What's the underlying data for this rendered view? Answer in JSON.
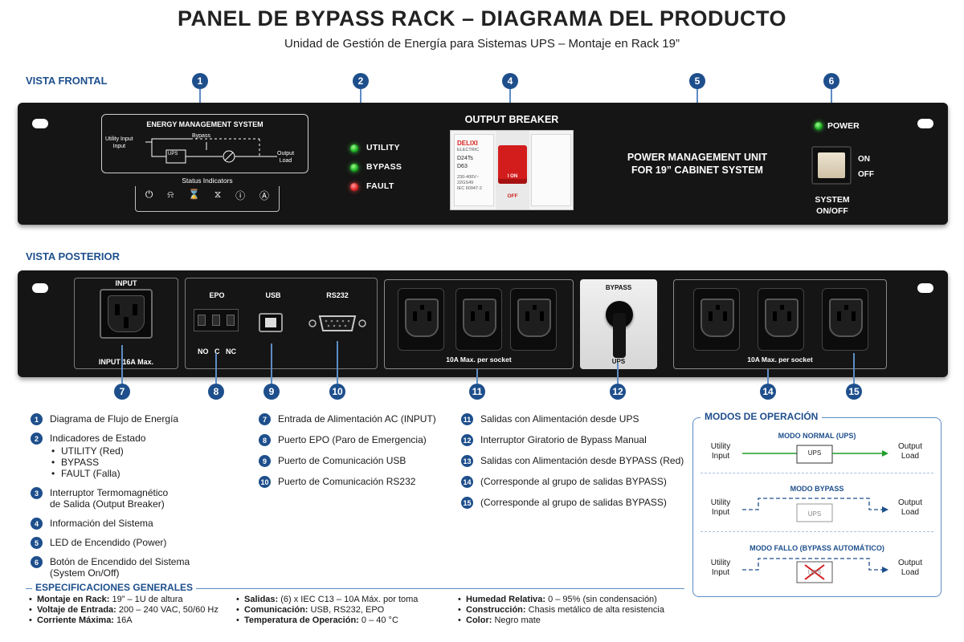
{
  "header": {
    "title": "PANEL DE BYPASS RACK – DIAGRAMA DEL PRODUCTO",
    "subtitle": "Unidad de Gestión de Energía para Sistemas UPS – Montaje en Rack 19”"
  },
  "front": {
    "label": "VISTA FRONTAL",
    "ems_title": "ENERGY MANAGEMENT SYSTEM",
    "ems_utility": "Utility Input",
    "ems_input": "Input",
    "ems_bypass": "Bypass",
    "ems_output": "Output",
    "ems_load": "Load",
    "ems_ups": "UPS",
    "status_title": "Status Indicators",
    "leds": {
      "utility": "UTILITY",
      "bypass": "BYPASS",
      "fault": "FAULT"
    },
    "breaker": {
      "title": "OUTPUT BREAKER",
      "brand": "DELIXI",
      "brand_sub": "ELECTRIC",
      "model": "D24Ts",
      "rating": "D63",
      "spec1": "230-400V~",
      "spec2": "22GS49",
      "spec3": "IEC 60947-2",
      "on": "I ON",
      "off": "OFF"
    },
    "pmu": {
      "line1": "POWER MANAGEMENT UNIT",
      "line2": "FOR 19” CABINET SYSTEM"
    },
    "power": {
      "label": "POWER",
      "on": "ON",
      "off": "OFF",
      "caption1": "SYSTEM",
      "caption2": "ON/OFF"
    }
  },
  "rear": {
    "label": "VISTA POSTERIOR",
    "input_title": "INPUT",
    "input_caption": "INPUT 16A Max.",
    "epo": "EPO",
    "epo_pins": "NO   C   NC",
    "usb": "USB",
    "rs232": "RS232",
    "socket_caption": "10A Max. per socket",
    "bypass_title": "BYPASS",
    "bypass_ups": "UPS"
  },
  "callouts": [
    "1",
    "2",
    "4",
    "5",
    "6",
    "7",
    "8",
    "9",
    "10",
    "11",
    "12",
    "14",
    "15"
  ],
  "legend": {
    "col1": [
      {
        "num": "1",
        "text": "Diagrama de Flujo de Energía"
      },
      {
        "num": "2",
        "text": "Indicadores de Estado",
        "sub": [
          "UTILITY (Red)",
          "BYPASS",
          "FAULT (Falla)"
        ]
      },
      {
        "num": "3",
        "text": "Interruptor Termomagnético",
        "text2": "de Salida (Output Breaker)"
      },
      {
        "num": "4",
        "text": "Información del Sistema"
      },
      {
        "num": "5",
        "text": "LED de Encendido (Power)"
      },
      {
        "num": "6",
        "text": "Botón de Encendido del Sistema",
        "text2": "(System On/Off)"
      }
    ],
    "col2": [
      {
        "num": "7",
        "text": "Entrada de Alimentación AC (INPUT)"
      },
      {
        "num": "8",
        "text": "Puerto EPO (Paro de Emergencia)"
      },
      {
        "num": "9",
        "text": "Puerto de Comunicación USB"
      },
      {
        "num": "10",
        "text": "Puerto de Comunicación RS232"
      }
    ],
    "col3": [
      {
        "num": "11",
        "text": "Salidas con Alimentación desde UPS"
      },
      {
        "num": "12",
        "text": "Interruptor Giratorio de Bypass Manual"
      },
      {
        "num": "13",
        "text": "Salidas con Alimentación desde BYPASS (Red)"
      },
      {
        "num": "14",
        "text": "(Corresponde al grupo de salidas BYPASS)"
      },
      {
        "num": "15",
        "text": "(Corresponde al grupo de salidas BYPASS)"
      }
    ]
  },
  "modes": {
    "title": "MODOS DE OPERACIÓN",
    "normal": "MODO NORMAL (UPS)",
    "bypass": "MODO BYPASS",
    "fault": "MODO FALLO (BYPASS AUTOMÁTICO)",
    "utility": "Utility",
    "input": "Input",
    "output": "Output",
    "load": "Load",
    "ups": "UPS"
  },
  "specs": {
    "title": "ESPECIFICACIONES GENERALES",
    "col1": [
      {
        "k": "Montaje en Rack:",
        "v": " 19” – 1U de altura"
      },
      {
        "k": "Voltaje de Entrada:",
        "v": " 200 – 240 VAC, 50/60 Hz"
      },
      {
        "k": "Corriente Máxima:",
        "v": " 16A"
      }
    ],
    "col2": [
      {
        "k": "Salidas:",
        "v": " (6) x IEC C13 – 10A Máx. por toma"
      },
      {
        "k": "Comunicación:",
        "v": " USB, RS232, EPO"
      },
      {
        "k": "Temperatura de Operación:",
        "v": " 0 – 40 °C"
      }
    ],
    "col3": [
      {
        "k": "Humedad Relativa:",
        "v": " 0 – 95% (sin condensación)"
      },
      {
        "k": "Construcción:",
        "v": " Chasis metálico de alta resistencia"
      },
      {
        "k": "Color:",
        "v": " Negro mate"
      }
    ]
  },
  "colors": {
    "accent": "#1e4f8c",
    "green": "#1f9d2a",
    "red": "#e02121"
  }
}
